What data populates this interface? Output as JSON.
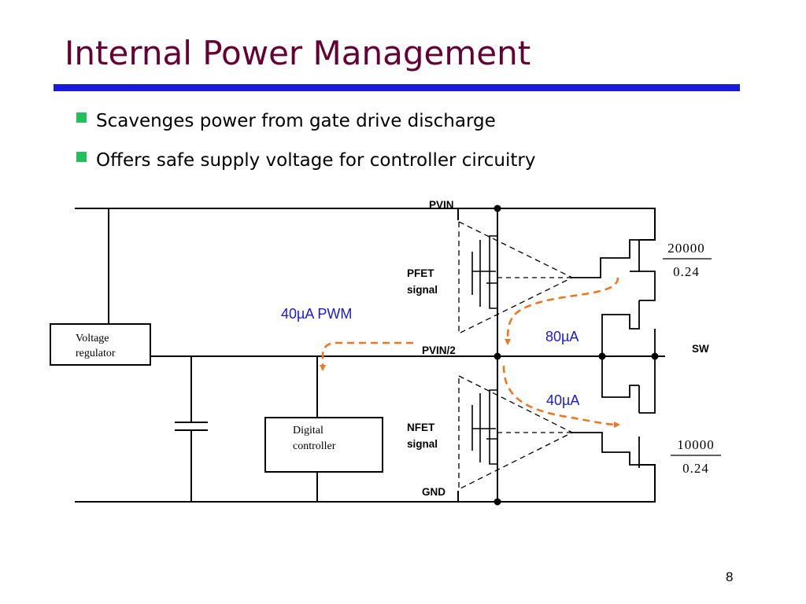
{
  "slide": {
    "title": "Internal Power Management",
    "page_number": "8",
    "colors": {
      "title": "#660033",
      "rule": "#1a1adb",
      "bullet": "#22c05c",
      "current_label": "#1a1ad6",
      "current_path": "#ee7722"
    }
  },
  "bullets": [
    "Scavenges power from gate drive discharge",
    "Offers safe supply voltage for controller circuitry"
  ],
  "diagram": {
    "nodes": {
      "pvin": "PVIN",
      "pvin_half": "PVIN/2",
      "gnd": "GND",
      "sw": "SW"
    },
    "signals": {
      "pfet": [
        "PFET",
        "signal"
      ],
      "nfet": [
        "NFET",
        "signal"
      ]
    },
    "blocks": {
      "voltage_regulator": [
        "Voltage",
        "regulator"
      ],
      "digital_controller": [
        "Digital",
        "controller"
      ]
    },
    "currents": {
      "pwm": "40µA PWM",
      "upper": "80µA",
      "lower": "40µA"
    },
    "sizes": {
      "pfet": {
        "numerator": "20000",
        "denominator": "0.24"
      },
      "nfet": {
        "numerator": "10000",
        "denominator": "0.24"
      }
    }
  }
}
